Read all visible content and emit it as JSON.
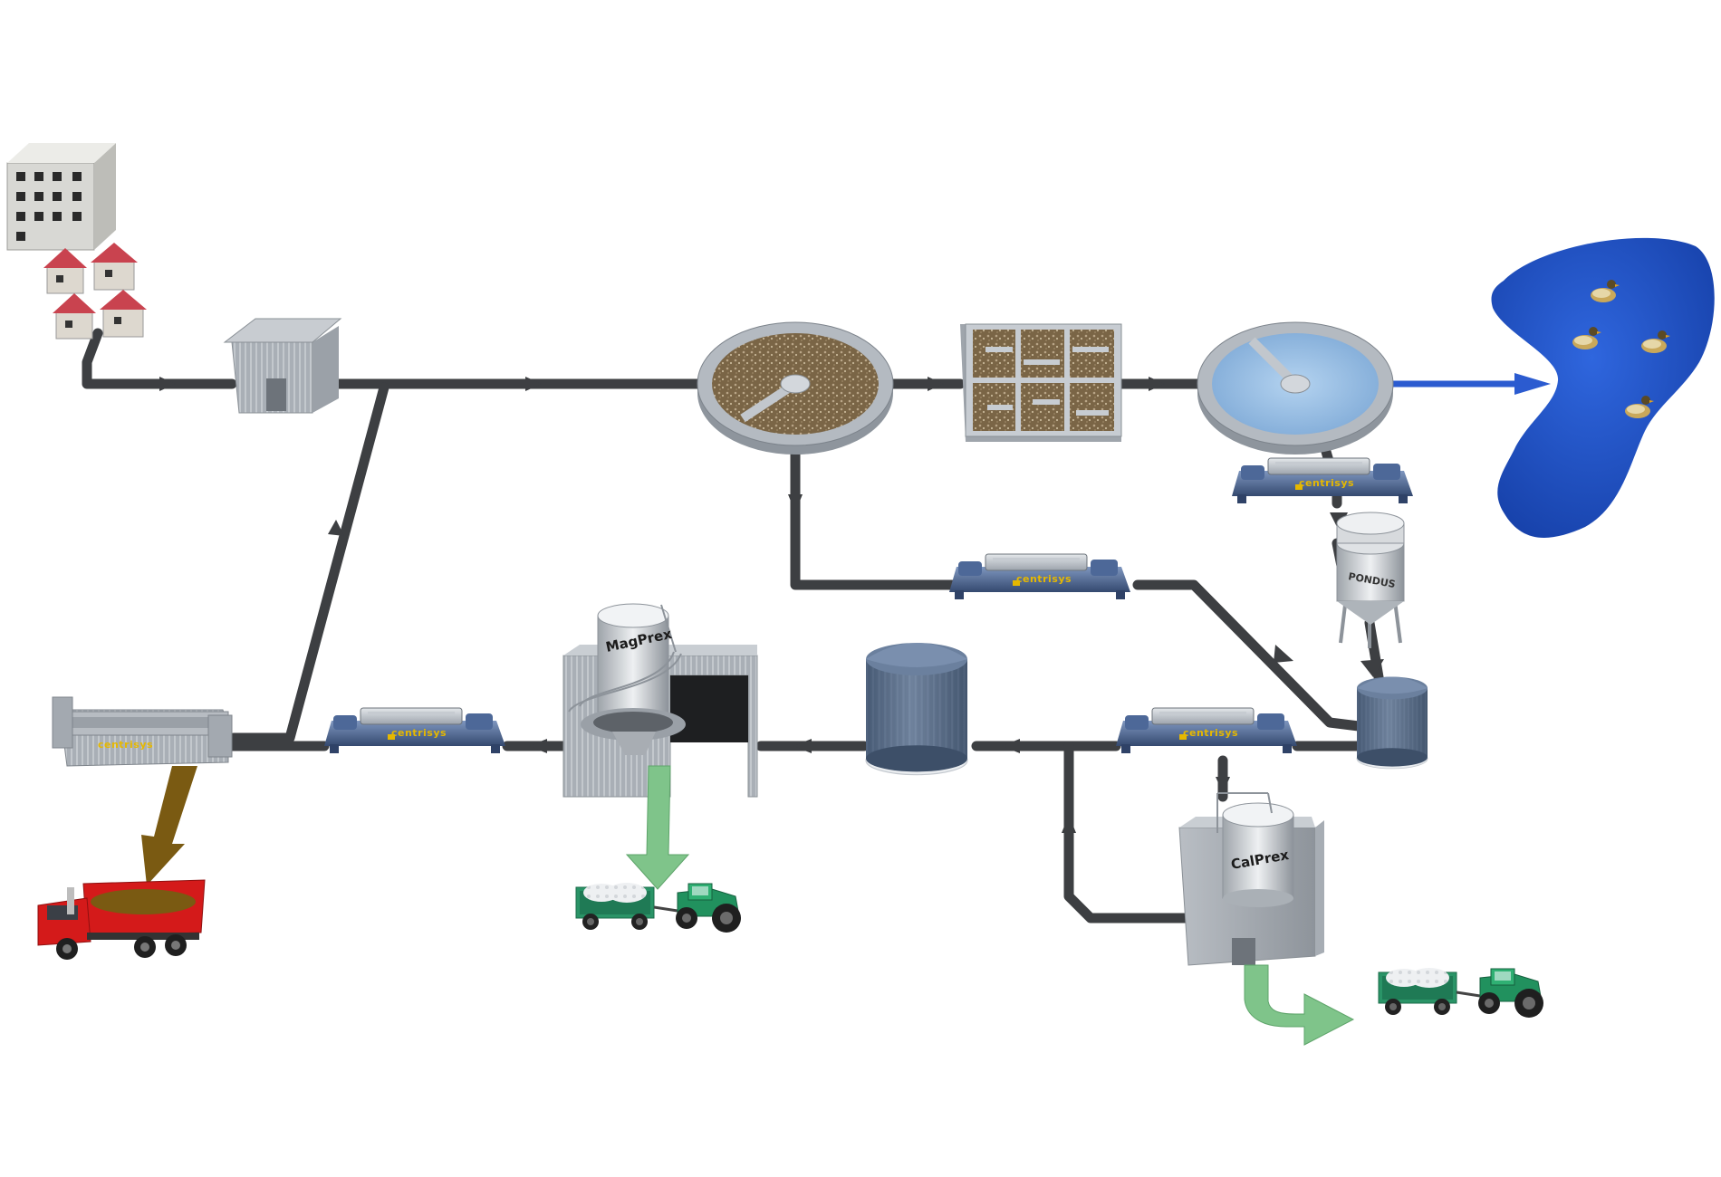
{
  "labels": {
    "brand": "centrisys",
    "magprex": "MagPrex",
    "calprex": "CalPrex",
    "pondus": "PONDUS"
  },
  "colors": {
    "pipe": "#3d3f42",
    "treated_water": "#2b5bd0",
    "pond": "#1e4fc4",
    "fertilizer_arrow": "#7fc48a",
    "biosolids_arrow": "#7a5a12",
    "centrifuge": "#4a6594",
    "tank": "#5e7391",
    "tractor": "#1f8a5a",
    "truck": "#d41a1a",
    "brand_text": "#e6b800"
  },
  "icons": [
    "apartment-building-icon",
    "house-icon",
    "headworks-building-icon",
    "primary-clarifier-icon",
    "aeration-basin-icon",
    "secondary-clarifier-icon",
    "pond-icon",
    "duck-icon",
    "decanter-centrifuge-icon",
    "digester-tank-icon",
    "pondus-reactor-icon",
    "magprex-reactor-icon",
    "calprex-reactor-icon",
    "belt-dryer-icon",
    "tractor-trailer-icon",
    "dump-truck-icon"
  ]
}
